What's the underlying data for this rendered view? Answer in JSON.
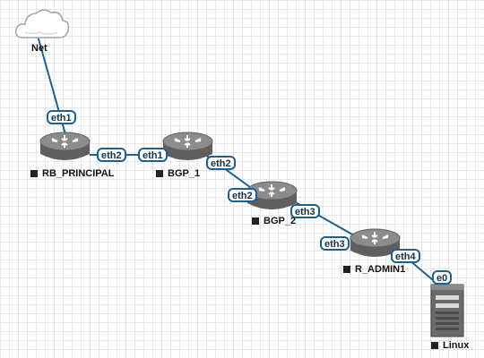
{
  "nodes": {
    "net": {
      "label": "Net",
      "icon": "cloud-icon"
    },
    "rb_principal": {
      "label": "RB_PRINCIPAL",
      "icon": "router-icon"
    },
    "bgp_1": {
      "label": "BGP_1",
      "icon": "router-icon"
    },
    "bgp_2": {
      "label": "BGP_2",
      "icon": "router-icon"
    },
    "r_admin1": {
      "label": "R_ADMIN1",
      "icon": "router-icon"
    },
    "linux": {
      "label": "Linux",
      "icon": "server-icon"
    }
  },
  "ports": {
    "rb_principal_eth1": "eth1",
    "rb_principal_eth2": "eth2",
    "bgp_1_eth1": "eth1",
    "bgp_1_eth2": "eth2",
    "bgp_2_eth2": "eth2",
    "bgp_2_eth3": "eth3",
    "r_admin1_eth3": "eth3",
    "r_admin1_eth4": "eth4",
    "linux_e0": "e0"
  },
  "colors": {
    "link": "#1e5f8c",
    "router_body": "#6b6b6b",
    "router_top": "#8a8a8a",
    "grid": "#e6e6e6"
  }
}
